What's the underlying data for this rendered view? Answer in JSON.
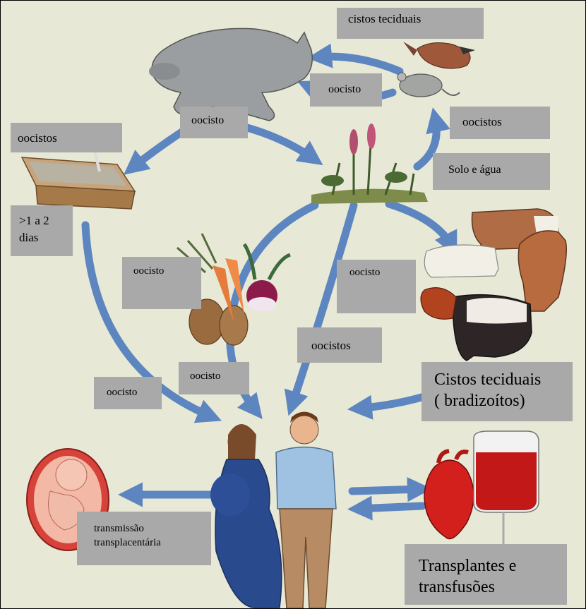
{
  "labels": {
    "cistos_teciduais_top": "cistos teciduais",
    "oocisto_rodent": "oocisto",
    "oocisto_cat": "oocisto",
    "oocistos_left": "oocistos",
    "oocistos_right": "oocistos",
    "solo_agua": "Solo e água",
    "dias_line1": ">1 a 2",
    "dias_line2": "dias",
    "oocisto_veg": "oocisto",
    "oocisto_mid": "oocisto",
    "oocistos_center": "oocistos",
    "oocisto_low": "oocisto",
    "oocisto_lowleft": "oocisto",
    "cistos_teciduais_main_line1": "Cistos teciduais",
    "cistos_teciduais_main_line2": "( bradizoítos)",
    "transmissao_line1": "transmissão",
    "transmissao_line2": "transplacentária",
    "transplantes_line1": "Transplantes e",
    "transplantes_line2": "transfusões"
  },
  "colors": {
    "background": "#e7e9d6",
    "label_box": "#a9a9a9",
    "arrow": "#5d86c0",
    "blood": "#c21818"
  },
  "icons": [
    "cat-icon",
    "bird-icon",
    "mouse-icon",
    "litter-box-icon",
    "plants-icon",
    "vegetables-icon",
    "livestock-icon",
    "pregnant-woman-icon",
    "man-icon",
    "fetus-icon",
    "heart-icon",
    "blood-bag-icon"
  ]
}
